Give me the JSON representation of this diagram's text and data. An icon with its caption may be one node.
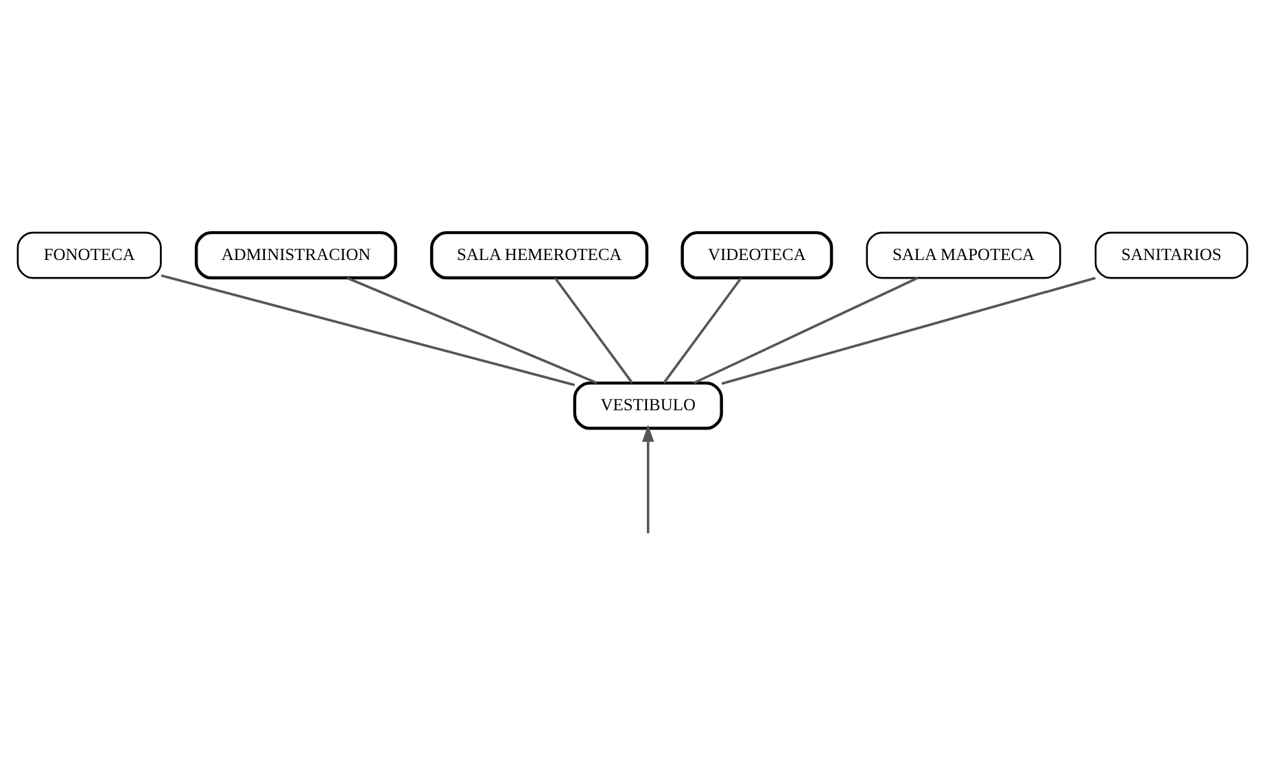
{
  "diagram": {
    "nodes": [
      {
        "text": [
          "FONOTECA"
        ]
      },
      {
        "text": [
          "ADMINISTRACION"
        ]
      },
      {
        "text": [
          "SALA HEMEROTECA"
        ]
      },
      {
        "text": [
          "VIDEOTECA"
        ]
      },
      {
        "text": [
          "SALA MAPOTECA"
        ]
      },
      {
        "text": [
          "SANITARIOS"
        ]
      },
      {
        "text": [
          "VESTIBULO"
        ]
      }
    ],
    "edges": [
      {
        "from": 5,
        "to": 6,
        "arrow": "none"
      },
      {
        "from": 3,
        "to": 6,
        "arrow": "none"
      },
      {
        "from": 1,
        "to": 6,
        "arrow": "none"
      },
      {
        "from": 0,
        "to": 6,
        "arrow": "none"
      },
      {
        "from": 2,
        "to": 6,
        "arrow": "none"
      },
      {
        "from": 4,
        "to": 6,
        "arrow": "none"
      },
      {
        "from": null,
        "to": 6,
        "arrow": "to"
      }
    ]
  }
}
